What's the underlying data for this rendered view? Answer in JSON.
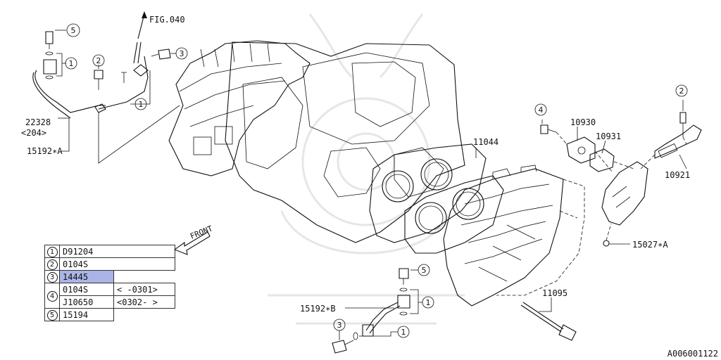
{
  "labels": {
    "fig": "FIG.040",
    "part_22328": "22328",
    "part_22328_qty": "<204>",
    "part_15192a": "15192∗A",
    "part_11044": "11044",
    "part_10930": "10930",
    "part_10931": "10931",
    "part_10921": "10921",
    "part_15027a": "15027∗A",
    "part_11095": "11095",
    "part_15192b": "15192∗B",
    "front": "FRONT"
  },
  "callouts": {
    "c1": "1",
    "c2": "2",
    "c3": "3",
    "c4": "4",
    "c5": "5"
  },
  "legend": [
    {
      "num": "1",
      "code": "D91204",
      "range": ""
    },
    {
      "num": "2",
      "code": "0104S",
      "range": ""
    },
    {
      "num": "3",
      "code": "14445",
      "range": "",
      "highlight": true
    },
    {
      "num": "4",
      "code": "0104S",
      "range": "< -0301>"
    },
    {
      "num": "4",
      "code": "J10650",
      "range": "<0302- >"
    },
    {
      "num": "5",
      "code": "15194",
      "range": ""
    }
  ],
  "reference": "A006001122",
  "colors": {
    "highlight": "#aab4e6",
    "line": "#111111",
    "watermark": "#e6e6e6"
  }
}
